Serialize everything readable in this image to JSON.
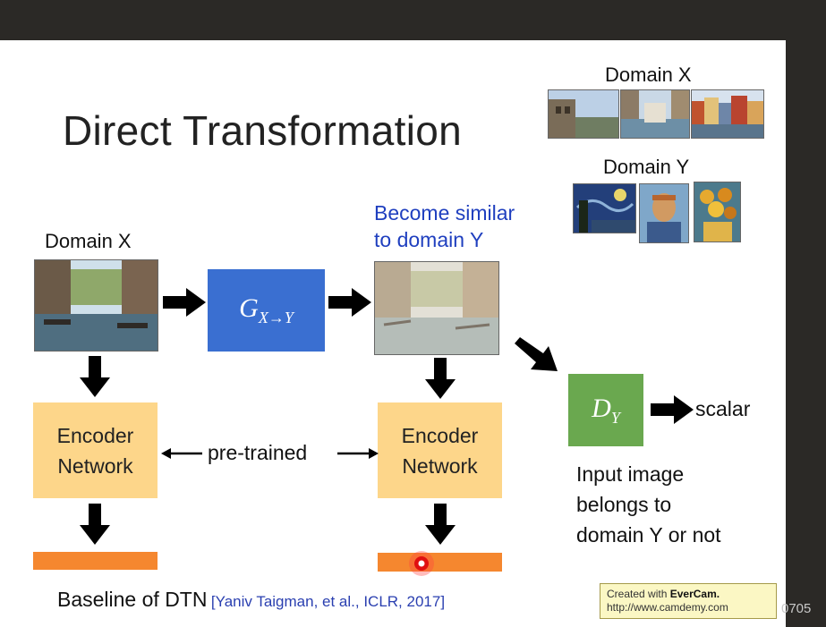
{
  "title": "Direct Transformation",
  "domain_x_label": "Domain X",
  "domain_y_label": "Domain Y",
  "example_x_label": "Domain X",
  "similar_text_line1": "Become similar",
  "similar_text_line2": "to domain Y",
  "generator_label": "G",
  "generator_sub": "X→Y",
  "discriminator_label": "D",
  "discriminator_sub": "Y",
  "scalar_label": "scalar",
  "encoder_left_line1": "Encoder",
  "encoder_left_line2": "Network",
  "encoder_right_line1": "Encoder",
  "encoder_right_line2": "Network",
  "pretrained_label": "pre-trained",
  "d_desc_line1": "Input image",
  "d_desc_line2": "belongs to",
  "d_desc_line3": "domain Y or not",
  "baseline_text": "Baseline of DTN",
  "citation": "[Yaniv Taigman, et al., ICLR, 2017]",
  "evercam_line1_prefix": "Created with",
  "evercam_brand": "EverCam.",
  "evercam_url": "http://www.camdemy.com",
  "watermark_suffix": "0705",
  "colors": {
    "generator": "#3a6fd1",
    "discriminator": "#6aa84f",
    "encoder": "#fdd68a",
    "feature_bar": "#f5872f",
    "highlight_text": "#1f3fbf"
  }
}
